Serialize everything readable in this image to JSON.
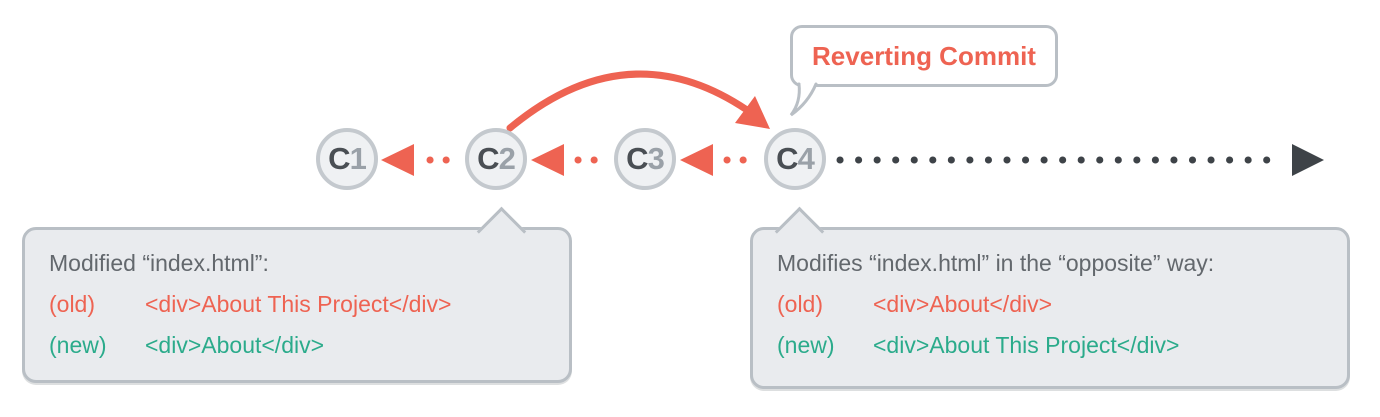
{
  "colors": {
    "accent_red": "#ee6352",
    "teal_green": "#2bab8b",
    "gray_text": "#63686d",
    "border_gray": "#b9bfc5",
    "box_fill": "#e9ebee",
    "node_fill": "#eff1f3",
    "node_border": "#c4c9ce",
    "node_letter": "#4a4f54",
    "node_digit": "#9aa1a8",
    "dark_arrow": "#3e4348"
  },
  "diagram": {
    "revert_label": "Reverting Commit",
    "commits": [
      {
        "prefix": "C",
        "number": "1"
      },
      {
        "prefix": "C",
        "number": "2"
      },
      {
        "prefix": "C",
        "number": "3"
      },
      {
        "prefix": "C",
        "number": "4"
      }
    ],
    "icons": {
      "commit_parent_arrows": "red dotted left-pointing arrows between commits",
      "revert_arc": "red curved arrow from C2 to C4",
      "timeline_arrow": "dark dotted right-pointing timeline arrow after C4"
    }
  },
  "callouts": {
    "c2": {
      "title": "Modified “index.html”:",
      "old_label": "(old)",
      "old_code": "<div>About This Project</div>",
      "new_label": "(new)",
      "new_code": "<div>About</div>"
    },
    "c4": {
      "title": "Modifies “index.html” in the “opposite” way:",
      "old_label": "(old)",
      "old_code": "<div>About</div>",
      "new_label": "(new)",
      "new_code": "<div>About This Project</div>"
    }
  }
}
